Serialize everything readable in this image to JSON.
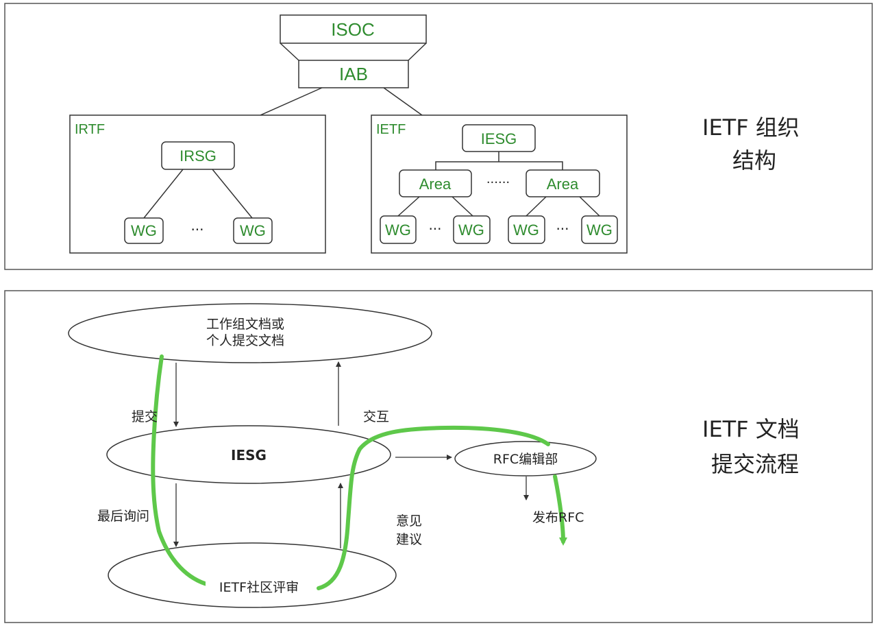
{
  "org_panel": {
    "isoc": "ISOC",
    "iab": "IAB",
    "irtf": {
      "title": "IRTF",
      "irsg": "IRSG",
      "wg_left": "WG",
      "dots": "···",
      "wg_right": "WG"
    },
    "ietf": {
      "title": "IETF",
      "iesg": "IESG",
      "area_left": "Area",
      "area_dots": "······",
      "area_right": "Area",
      "wg1": "WG",
      "dots1": "···",
      "wg2": "WG",
      "wg3": "WG",
      "dots2": "···",
      "wg4": "WG"
    },
    "caption_line1": "IETF 组织",
    "caption_line2": "结构"
  },
  "flow_panel": {
    "top_ellipse_line1": "工作组文档或",
    "top_ellipse_line2": "个人提交文档",
    "iesg": "IESG",
    "bottom_ellipse": "IETF社区评审",
    "rfc_editor": "RFC编辑部",
    "label_submit": "提交",
    "label_interact": "交互",
    "label_last_call": "最后询问",
    "label_comments_line1": "意见",
    "label_comments_line2": "建议",
    "label_publish": "发布RFC",
    "caption_line1": "IETF 文档",
    "caption_line2": "提交流程",
    "flow_color": "#5ec84a"
  },
  "colors": {
    "label_green": "#2e8b2e",
    "frame_border": "#555555"
  }
}
